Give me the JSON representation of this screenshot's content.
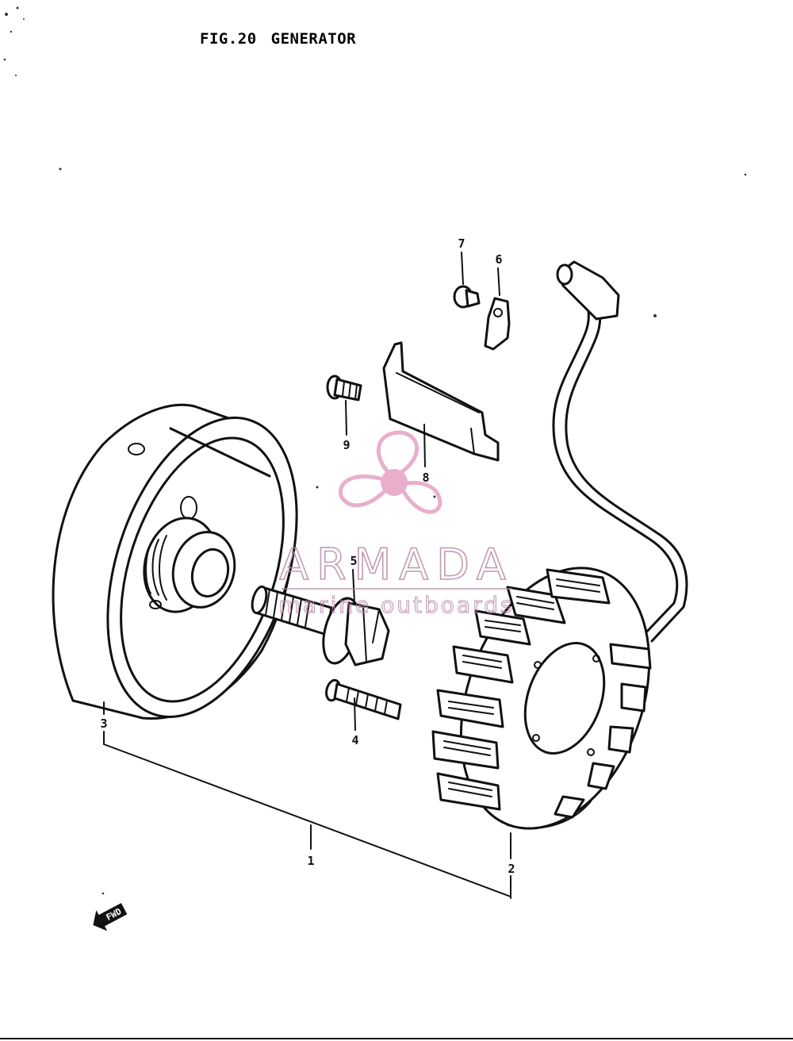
{
  "figure": {
    "fig_label": "FIG.20",
    "title": "GENERATOR"
  },
  "callouts": [
    "1",
    "2",
    "3",
    "4",
    "5",
    "6",
    "7",
    "8",
    "9"
  ],
  "watermark": {
    "brand": "ARMADA",
    "tagline": "marine outboards",
    "color": "#e6a0c4",
    "line_color": "#b78aa6"
  },
  "forward_marker": {
    "label": "FWD"
  }
}
